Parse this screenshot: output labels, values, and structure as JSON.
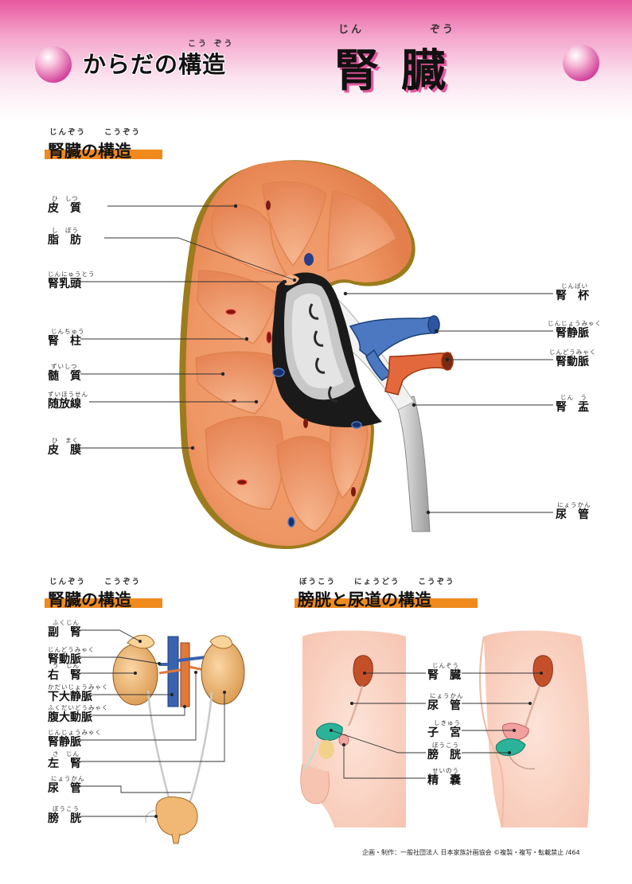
{
  "header": {
    "subtitle": "からだの構造",
    "subtitle_ruby": "こう ぞう",
    "title": "腎臓",
    "title_ruby_1": "じん",
    "title_ruby_2": "ぞう"
  },
  "section1": {
    "title": "腎臓の構造",
    "ruby": "じんぞう　　こうぞう",
    "left_labels": [
      {
        "text": "皮　質",
        "ruby": "ひ　しつ"
      },
      {
        "text": "脂　肪",
        "ruby": "し　ぼう"
      },
      {
        "text": "腎乳頭",
        "ruby": "じんにゅうとう"
      },
      {
        "text": "腎　柱",
        "ruby": "じんちゅう"
      },
      {
        "text": "髄　質",
        "ruby": "ずいしつ"
      },
      {
        "text": "随放線",
        "ruby": "ずいほうせん"
      },
      {
        "text": "皮　膜",
        "ruby": "ひ　まく"
      }
    ],
    "right_labels": [
      {
        "text": "腎　杯",
        "ruby": "じんぱい"
      },
      {
        "text": "腎静脈",
        "ruby": "じんじょうみゃく"
      },
      {
        "text": "腎動脈",
        "ruby": "じんどうみゃく"
      },
      {
        "text": "腎　盂",
        "ruby": "じん　う"
      },
      {
        "text": "尿　管",
        "ruby": "にょうかん"
      }
    ]
  },
  "section2": {
    "title": "腎臓の構造",
    "ruby": "じんぞう　　こうぞう",
    "labels": [
      {
        "text": "副　腎",
        "ruby": "ふくじん"
      },
      {
        "text": "腎動脈",
        "ruby": "じんどうみゃく"
      },
      {
        "text": "右　腎",
        "ruby": "う　じん"
      },
      {
        "text": "下大静脈",
        "ruby": "かだいじょうみゃく"
      },
      {
        "text": "腹大動脈",
        "ruby": "ふくだいどうみゃく"
      },
      {
        "text": "腎静脈",
        "ruby": "じんじょうみゃく"
      },
      {
        "text": "左　腎",
        "ruby": "さ　じん"
      },
      {
        "text": "尿　管",
        "ruby": "にょうかん"
      },
      {
        "text": "膀　胱",
        "ruby": "ぼうこう"
      }
    ]
  },
  "section3": {
    "title": "膀胱と尿道の構造",
    "ruby": "ぼうこう　　にょうどう　　こうぞう",
    "labels": [
      {
        "text": "腎　臓",
        "ruby": "じんぞう"
      },
      {
        "text": "尿　管",
        "ruby": "にょうかん"
      },
      {
        "text": "子　宮",
        "ruby": "しきゅう"
      },
      {
        "text": "膀　胱",
        "ruby": "ぼうこう"
      },
      {
        "text": "精　嚢",
        "ruby": "せいのう"
      }
    ]
  },
  "footer": "企画・制作：一般社団法人 日本家族計画協会 ©複製・複写・転載禁止 /464"
}
